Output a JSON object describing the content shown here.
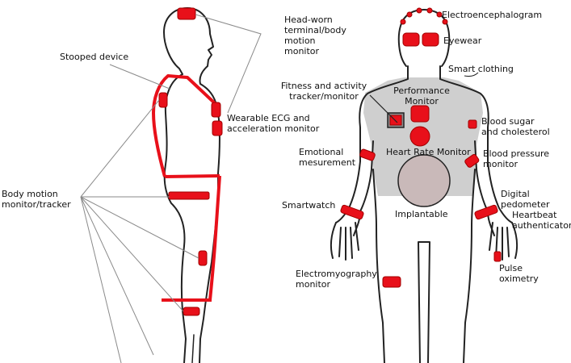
{
  "labels": {
    "head_worn": "Head-worn\nterminal/body\nmotion\nmonitor",
    "stooped": "Stooped device",
    "ecg": "Wearable ECG and\nacceleration monitor",
    "body_motion": "Body motion\nmonitor/tracker",
    "eeg": "Electroencephalogram",
    "eyewear": "Eyewear",
    "smart_clothing": "Smart clothing",
    "fitness": "Fitness and activity\ntracker/monitor",
    "performance": "Performance\nMonitor",
    "blood_sugar": "Blood sugar\nand cholesterol",
    "emotional": "Emotional\nmesurement",
    "heart_rate": "Heart Rate Monitor",
    "blood_pressure": "Blood pressure\nmonitor",
    "smartwatch": "Smartwatch",
    "implantable": "Implantable",
    "pedometer": "Digital\npedometer",
    "heartbeat_auth": "Heartbeat\nauthenticator",
    "pulse_ox": "Pulse\noximetry",
    "emg": "Electromyography\nmonitor"
  },
  "colors": {
    "device_red": "#e8101a",
    "device_stroke": "#a00000",
    "outline": "#222222",
    "shirt_fill": "#cfcfcf",
    "implant_fill": "#c9b9b9",
    "leader_line": "#8a8a8a"
  }
}
